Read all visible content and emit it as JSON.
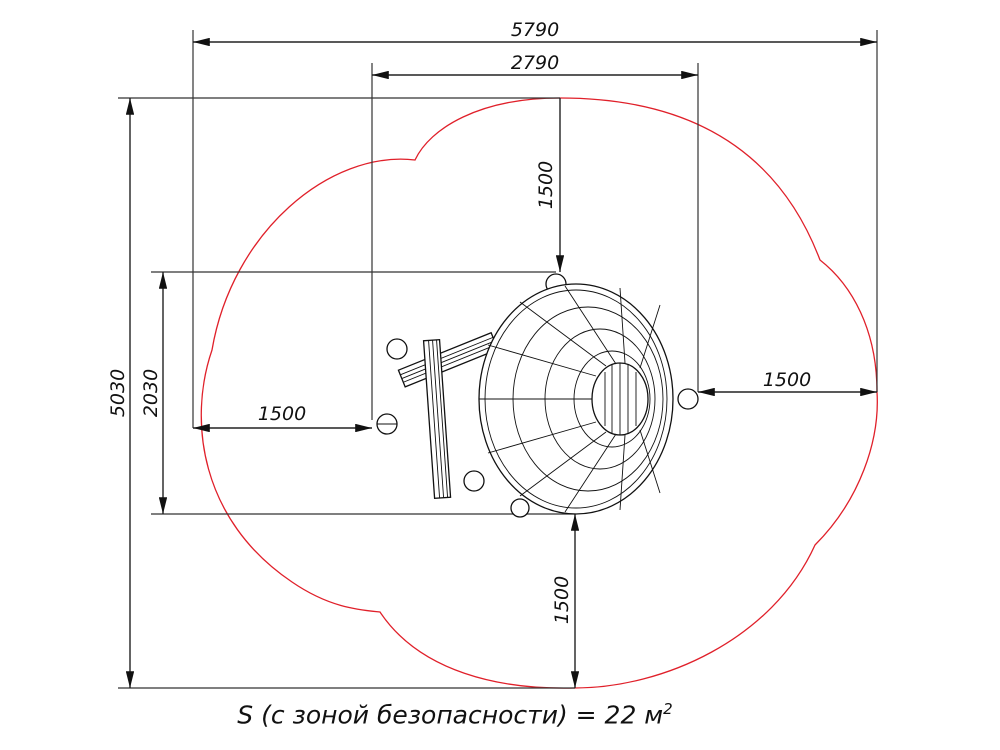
{
  "dimensions": {
    "overall_width": "5790",
    "structure_width": "2790",
    "overall_height": "5030",
    "structure_height": "2030",
    "safety_top": "1500",
    "safety_left": "1500",
    "safety_right": "1500",
    "safety_bottom": "1500"
  },
  "caption": {
    "text": "S (с зоной безопасности) = 22 м",
    "superscript": "2"
  },
  "colors": {
    "safety_zone": "#e0202a",
    "lines": "#222222"
  }
}
